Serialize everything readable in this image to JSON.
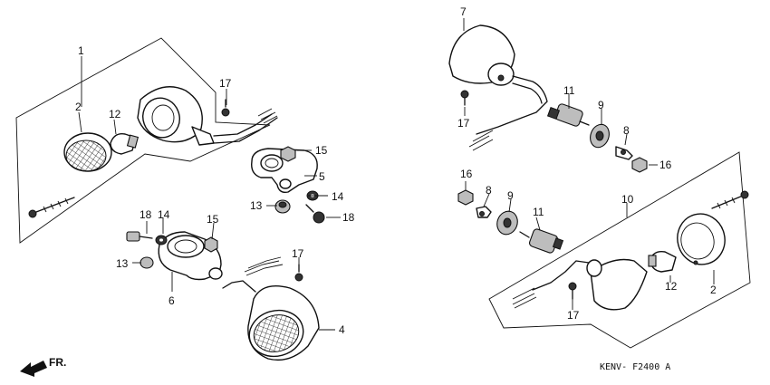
{
  "diagram_code": "KENV- F2400  A",
  "direction_label": "FR.",
  "callouts": [
    "1",
    "2",
    "12",
    "17",
    "15",
    "5",
    "14",
    "13",
    "18",
    "4",
    "6",
    "7",
    "11",
    "9",
    "8",
    "16",
    "10"
  ],
  "part_icons": [
    "turn-signal-assembly",
    "lens",
    "bulb",
    "screw",
    "nut",
    "bracket",
    "washer",
    "collar",
    "bolt",
    "gasket",
    "socket",
    "housing"
  ]
}
